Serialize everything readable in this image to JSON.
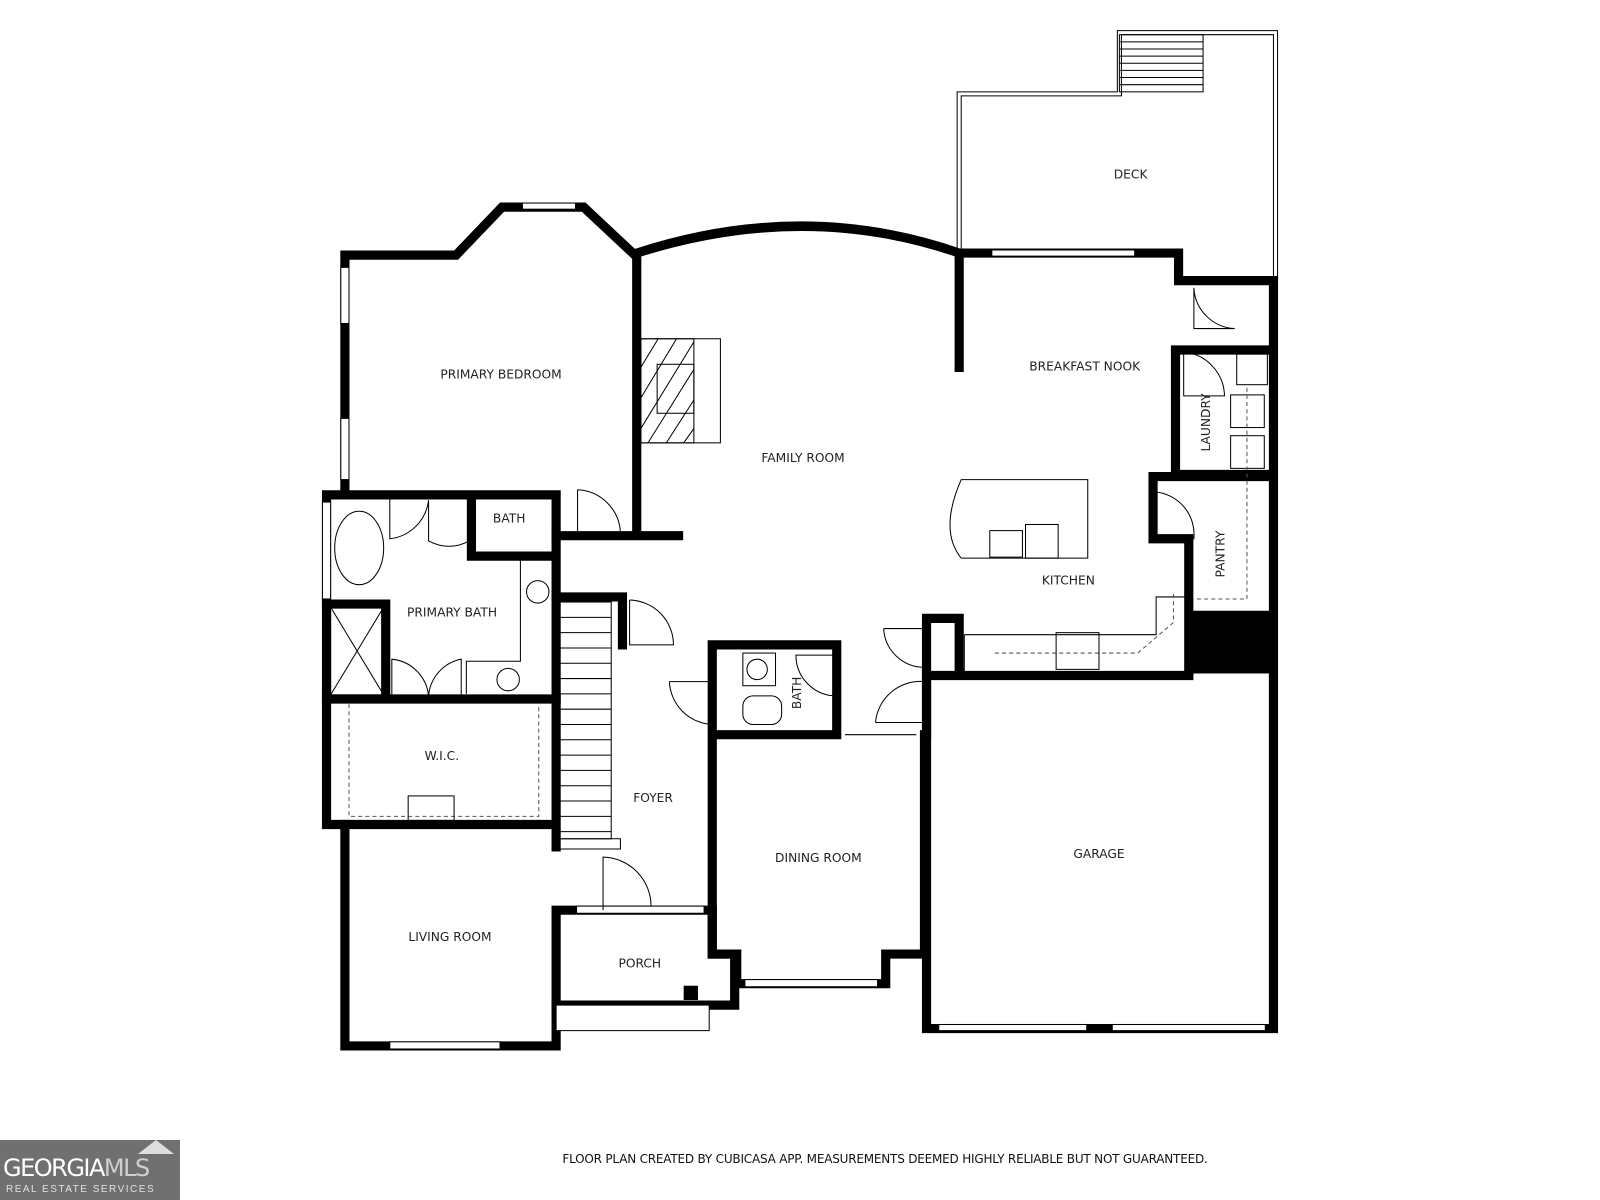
{
  "rooms": {
    "deck": "DECK",
    "primary_bedroom": "PRIMARY BEDROOM",
    "family_room": "FAMILY ROOM",
    "breakfast_nook": "BREAKFAST NOOK",
    "laundry": "LAUNDRY",
    "bath_upper": "BATH",
    "primary_bath": "PRIMARY BATH",
    "kitchen": "KITCHEN",
    "pantry": "PANTRY",
    "bath_lower": "BATH",
    "wic": "W.I.C.",
    "foyer": "FOYER",
    "dining_room": "DINING ROOM",
    "garage": "GARAGE",
    "living_room": "LIVING ROOM",
    "porch": "PORCH"
  },
  "footer": {
    "disclaimer": "FLOOR PLAN CREATED BY CUBICASA APP. MEASUREMENTS DEEMED HIGHLY RELIABLE BUT NOT GUARANTEED."
  },
  "logo": {
    "brand_main": "GEORGIA",
    "brand_accent": "MLS",
    "tagline": "REAL ESTATE SERVICES"
  }
}
